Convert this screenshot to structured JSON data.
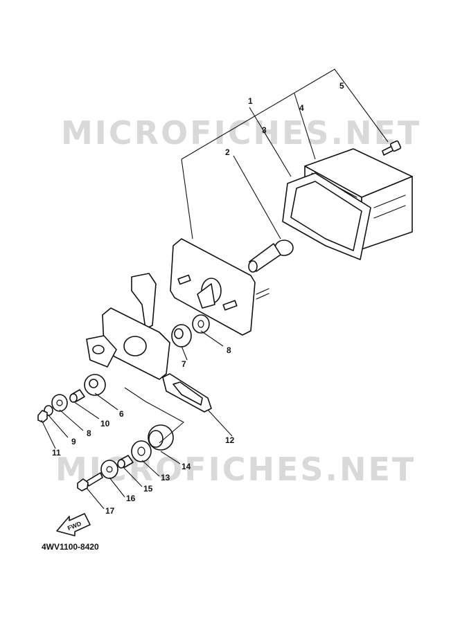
{
  "watermark": {
    "top": "MICROFICHES.NET",
    "bottom": "MICROFICHES.NET"
  },
  "diagram_code": "4WV1100-8420",
  "direction_label": "FWD",
  "callouts": {
    "c1": "1",
    "c2": "2",
    "c3": "3",
    "c4": "4",
    "c5": "5",
    "c6": "6",
    "c7": "7",
    "c8a": "8",
    "c8b": "8",
    "c9": "9",
    "c10": "10",
    "c11": "11",
    "c12": "12",
    "c13": "13",
    "c14": "14",
    "c15": "15",
    "c16": "16",
    "c17": "17"
  }
}
